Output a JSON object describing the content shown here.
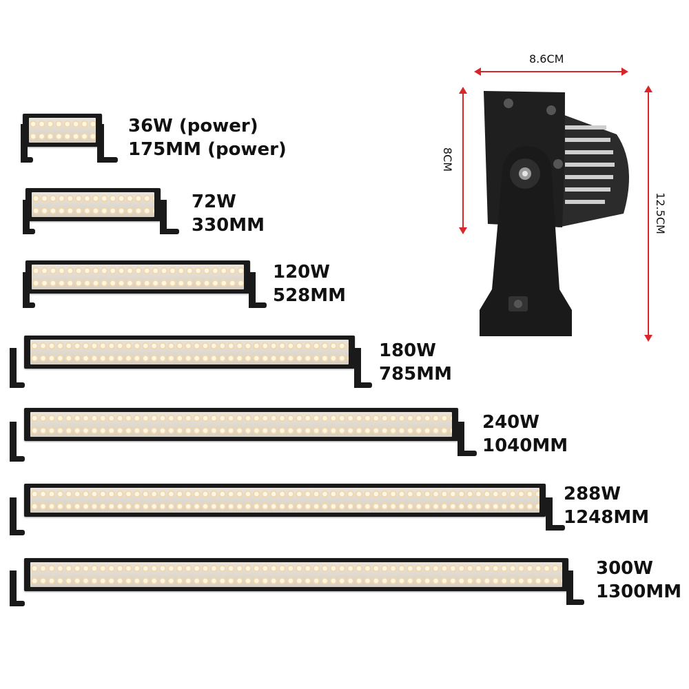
{
  "models": [
    {
      "power": "36W (power)",
      "length": "175MM (power)"
    },
    {
      "power": "72W",
      "length": "330MM"
    },
    {
      "power": "120W",
      "length": "528MM"
    },
    {
      "power": "180W",
      "length": "785MM"
    },
    {
      "power": "240W",
      "length": "1040MM"
    },
    {
      "power": "288W",
      "length": "1248MM"
    },
    {
      "power": "300W",
      "length": "1300MM"
    }
  ],
  "bracket_dimensions": {
    "width": "8.6CM",
    "height_inner": "8CM",
    "height_total": "12.5CM"
  },
  "colors": {
    "housing": "#1a1a1a",
    "dimension_line": "#d9262b",
    "led": "#f1d7aa"
  }
}
